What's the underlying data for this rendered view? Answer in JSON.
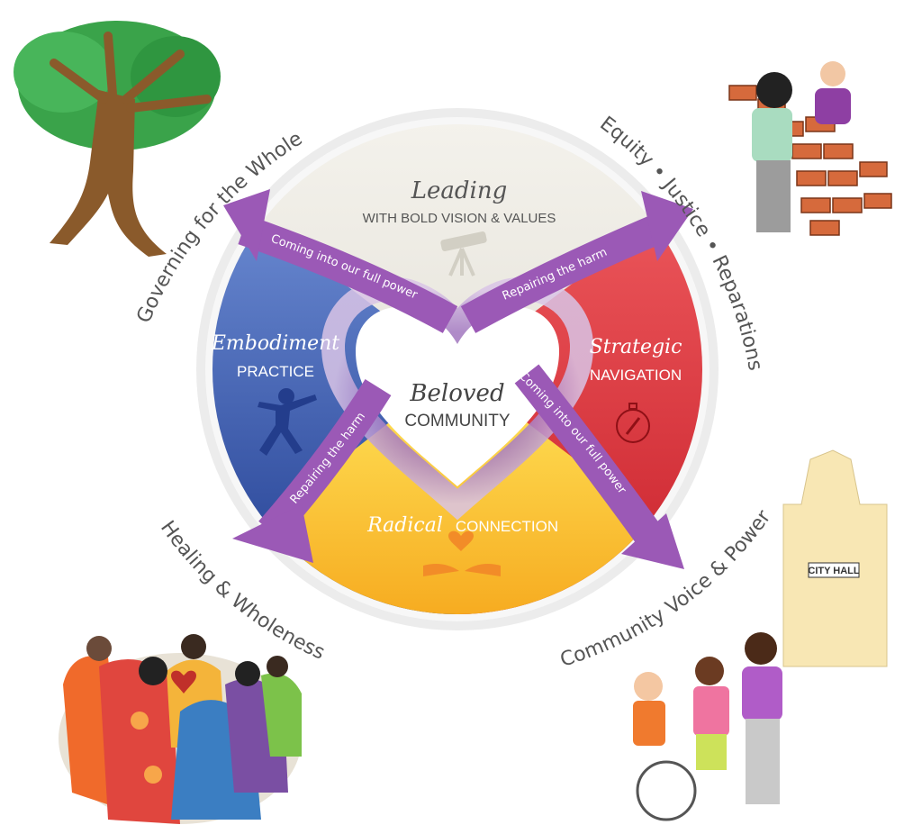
{
  "diagram": {
    "center": {
      "title": "Beloved",
      "subtitle": "COMMUNITY"
    },
    "quadrants": {
      "top": {
        "title": "Leading",
        "subtitle": "WITH BOLD VISION & VALUES",
        "color": "#e6e3db",
        "icon": "telescope-icon"
      },
      "left": {
        "title": "Embodiment",
        "subtitle": "PRACTICE",
        "color": "#3f5fb0",
        "icon": "tai-chi-figure-icon"
      },
      "right": {
        "title": "Strategic",
        "subtitle": "NAVIGATION",
        "color": "#d8323a",
        "icon": "compass-icon"
      },
      "bottom": {
        "title": "Radical",
        "subtitle": "CONNECTION",
        "color": "#f5c21f",
        "icon": "hands-heart-icon"
      }
    },
    "arrows": {
      "color": "#9b59b6",
      "upper_left_label": "Coming into our full power",
      "upper_right_label": "Repairing  the  harm",
      "lower_left_label": "Repairing  the harm",
      "lower_right_label": "Coming into our full power"
    },
    "outer_labels": {
      "top_left": "Governing for the Whole",
      "top_right": "Equity • Justice • Reparations",
      "bottom_left": "Healing & Wholeness",
      "bottom_right": "Community Voice & Power"
    },
    "corner_images": {
      "top_left": "tree-icon",
      "top_right": "people-building-wall-icon",
      "bottom_left": "women-in-circle-icon",
      "bottom_right": "activists-at-city-hall-icon",
      "city_hall_sign": "CITY HALL"
    },
    "text_color": "#555555"
  }
}
